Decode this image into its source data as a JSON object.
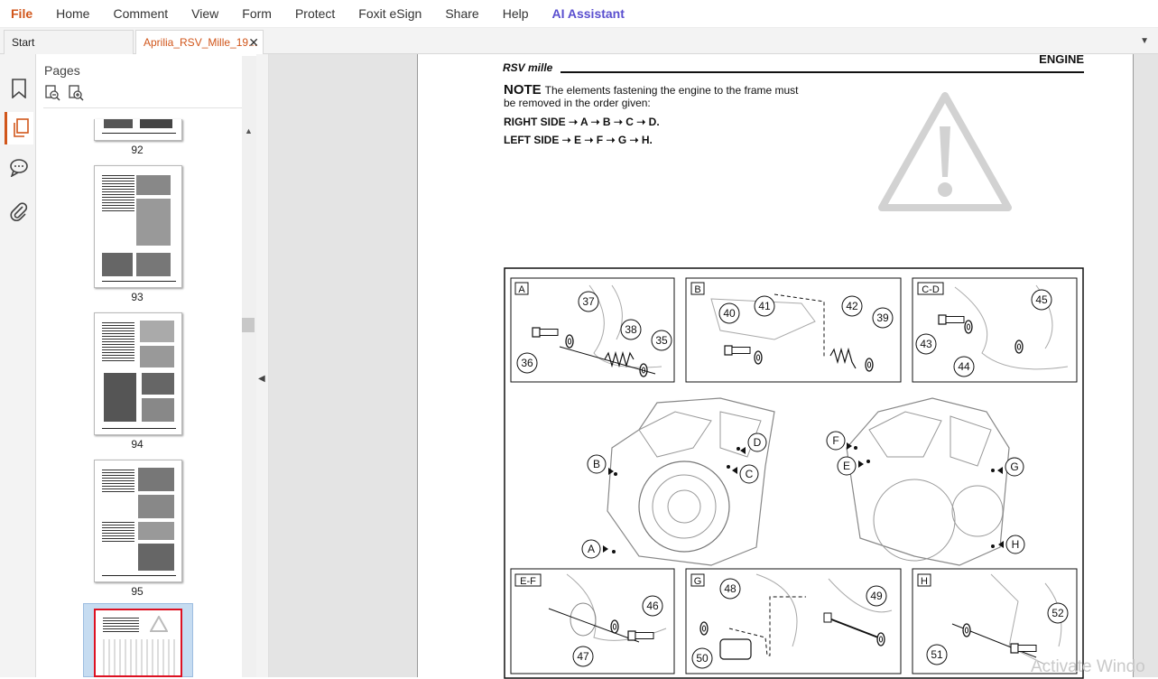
{
  "menu": {
    "items": [
      "File",
      "Home",
      "Comment",
      "View",
      "Form",
      "Protect",
      "Foxit eSign",
      "Share",
      "Help",
      "AI Assistant"
    ]
  },
  "tabs": {
    "start": "Start",
    "document": "Aprilia_RSV_Mille_19...",
    "close_glyph": "✕",
    "menu_glyph": "▼"
  },
  "rail": {
    "icons": [
      "bookmark-icon",
      "pages-icon",
      "comments-icon",
      "attachment-icon"
    ]
  },
  "pages_panel": {
    "title": "Pages",
    "page_labels": [
      "92",
      "93",
      "94",
      "95"
    ]
  },
  "document_page": {
    "brand": "RSV mille",
    "section": "ENGINE",
    "note_head": "NOTE",
    "note_text": "The elements fastening the engine to the frame must be removed in the order given:",
    "right_side": "RIGHT SIDE ➝ A ➝ B ➝ C ➝ D.",
    "left_side": "LEFT SIDE ➝ E ➝ F ➝ G ➝ H.",
    "diagram": {
      "box_labels": [
        "A",
        "B",
        "C-D",
        "E-F",
        "G",
        "H"
      ],
      "callouts": [
        "35",
        "36",
        "37",
        "38",
        "39",
        "40",
        "41",
        "42",
        "43",
        "44",
        "45",
        "46",
        "47",
        "48",
        "49",
        "50",
        "51",
        "52"
      ],
      "point_labels": [
        "A",
        "B",
        "C",
        "D",
        "E",
        "F",
        "G",
        "H"
      ]
    }
  },
  "overlay": {
    "watermark": "Activate Windo"
  },
  "colors": {
    "accent": "#d1561b",
    "ai": "#5a4fcf"
  }
}
